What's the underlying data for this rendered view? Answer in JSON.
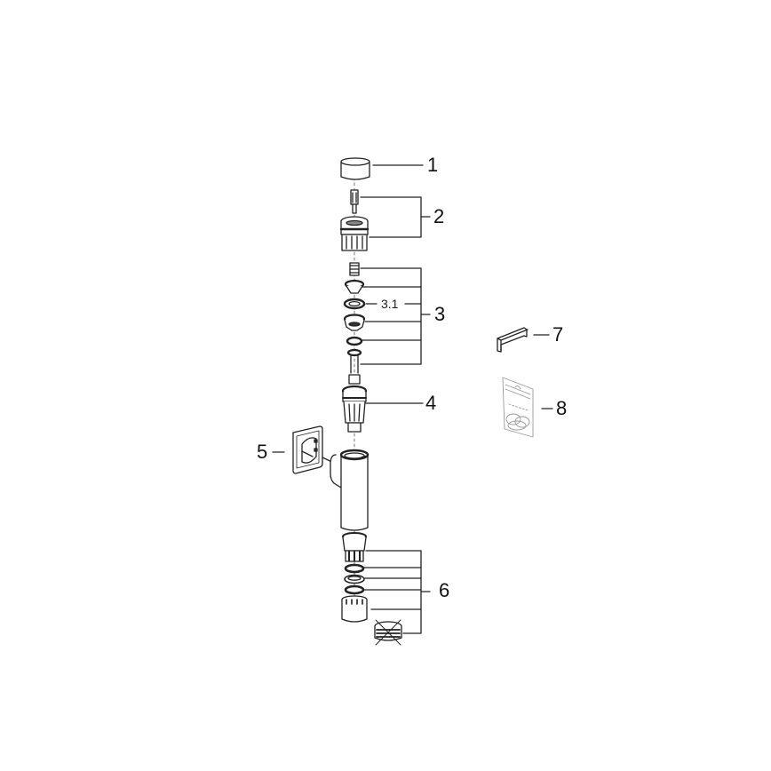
{
  "diagram": {
    "type": "exploded-parts-view",
    "subject": "concealed flush valve assembly",
    "colors": {
      "line": "#222222",
      "fill": "#ffffff",
      "shade": "#bdbdbd",
      "faint": "#9a9a9a"
    },
    "parts": [
      {
        "id": "1",
        "label": "1",
        "description": "cap"
      },
      {
        "id": "2",
        "label": "2",
        "description": "spindle and head assembly"
      },
      {
        "id": "3",
        "label": "3",
        "description": "spring, seals and piston set"
      },
      {
        "id": "3.1",
        "label": "3.1",
        "description": "seal ring"
      },
      {
        "id": "4",
        "label": "4",
        "description": "cartridge insert"
      },
      {
        "id": "5",
        "label": "5",
        "description": "wall plate / rosette"
      },
      {
        "id": "6",
        "label": "6",
        "description": "outlet fitting, seals and nut (crossed part not included)"
      },
      {
        "id": "7",
        "label": "7",
        "description": "bracket"
      },
      {
        "id": "8",
        "label": "8",
        "description": "seal kit bag"
      }
    ]
  },
  "labels": {
    "p1": "1",
    "p2": "2",
    "p3": "3",
    "p31": "3.1",
    "p4": "4",
    "p5": "5",
    "p6": "6",
    "p7": "7",
    "p8": "8"
  }
}
